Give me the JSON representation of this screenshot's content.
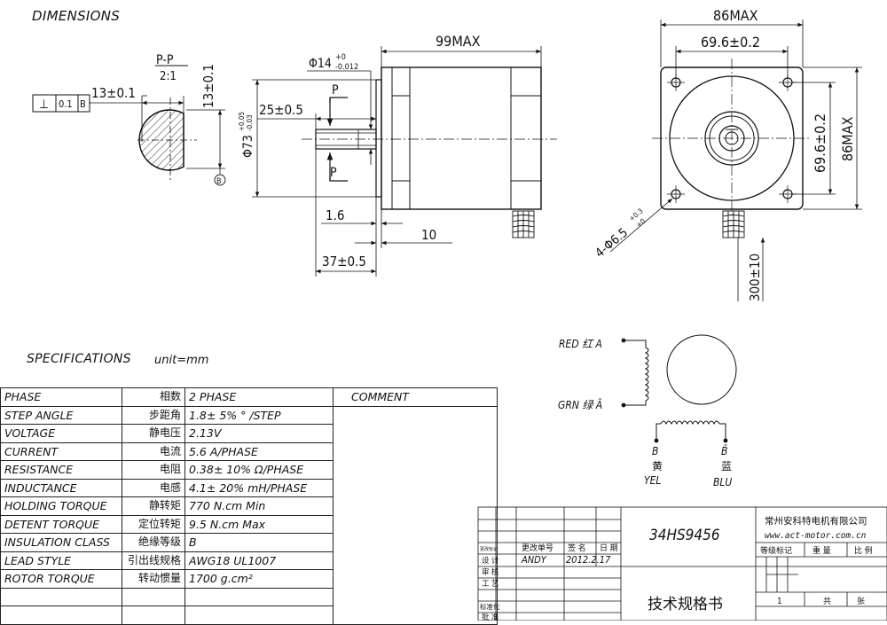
{
  "headers": {
    "dimensions": "DIMENSIONS",
    "specifications": "SPECIFICATIONS",
    "unit": "unit=mm"
  },
  "dims": {
    "section": "P-P",
    "scale": "2:1",
    "flatness_symbol": "⊥",
    "flatness_tol": "0.1",
    "flatness_datum": "B",
    "flat_width": "13±0.1",
    "flat_height": "13±0.1",
    "datum_b": "B",
    "length_99": "99MAX",
    "shaft_dia": "Φ14",
    "shaft_dia_up": "+0",
    "shaft_dia_low": "-0.012",
    "flat_len": "25±0.5",
    "pilot_dia": "Φ73",
    "pilot_up": "+0.05",
    "pilot_low": "-0.03",
    "p_top": "P",
    "p_bot": "P",
    "d_1_6": "1.6",
    "d_10": "10",
    "d_37": "37±0.5",
    "w_86": "86MAX",
    "w_69": "69.6±0.2",
    "h_69": "69.6±0.2",
    "h_86": "86MAX",
    "holes": "4-Φ6.5",
    "holes_up": "+0.3",
    "holes_low": "+0",
    "lead_len": "300±10"
  },
  "wiring": {
    "red_label": "RED 红 A",
    "grn_label": "GRN 绿 Ā",
    "b_label": "B",
    "b_bar_label": "B̄",
    "yel_cn": "黄",
    "blu_cn": "蓝",
    "yel_en": "YEL",
    "blu_en": "BLU"
  },
  "specs": {
    "comment_header": "COMMENT",
    "rows": [
      {
        "en": "PHASE",
        "zh": "相数",
        "val": "2  PHASE"
      },
      {
        "en": "STEP ANGLE",
        "zh": "步距角",
        "val": "1.8± 5% ° /STEP"
      },
      {
        "en": "VOLTAGE",
        "zh": "静电压",
        "val": "2.13V"
      },
      {
        "en": "CURRENT",
        "zh": "电流",
        "val": "5.6 A/PHASE"
      },
      {
        "en": "RESISTANCE",
        "zh": "电阻",
        "val": "0.38± 10%  Ω/PHASE"
      },
      {
        "en": "INDUCTANCE",
        "zh": "电感",
        "val": "4.1± 20% mH/PHASE"
      },
      {
        "en": "HOLDING TORQUE",
        "zh": "静转矩",
        "val": "770  N.cm Min"
      },
      {
        "en": "DETENT TORQUE",
        "zh": "定位转矩",
        "val": "9.5 N.cm Max"
      },
      {
        "en": "INSULATION CLASS",
        "zh": "绝缘等级",
        "val": "B"
      },
      {
        "en": "LEAD STYLE",
        "zh": "引出线规格",
        "val": "AWG18 UL1007"
      },
      {
        "en": "ROTOR TORQUE",
        "zh": "转动惯量",
        "val": "1700 g.cm²"
      }
    ]
  },
  "title_block": {
    "model": "34HS9456",
    "company": "常州安科特电机有限公司",
    "website": "www.act-motor.com.cn",
    "doc_title": "技术规格书",
    "change_no": "更改单号",
    "sign": "签 名",
    "date": "日 期",
    "mark_l": "更改标记",
    "design": "设 计",
    "check": "审 核",
    "process": "工 艺",
    "standard": "标准化",
    "approve": "批 准",
    "designer": "ANDY",
    "design_date": "2012.2.17",
    "grade_mark": "等级标记",
    "weight": "重 量",
    "ratio": "比 例",
    "sheet_no": "1",
    "total": "共",
    "sheet": "张"
  }
}
